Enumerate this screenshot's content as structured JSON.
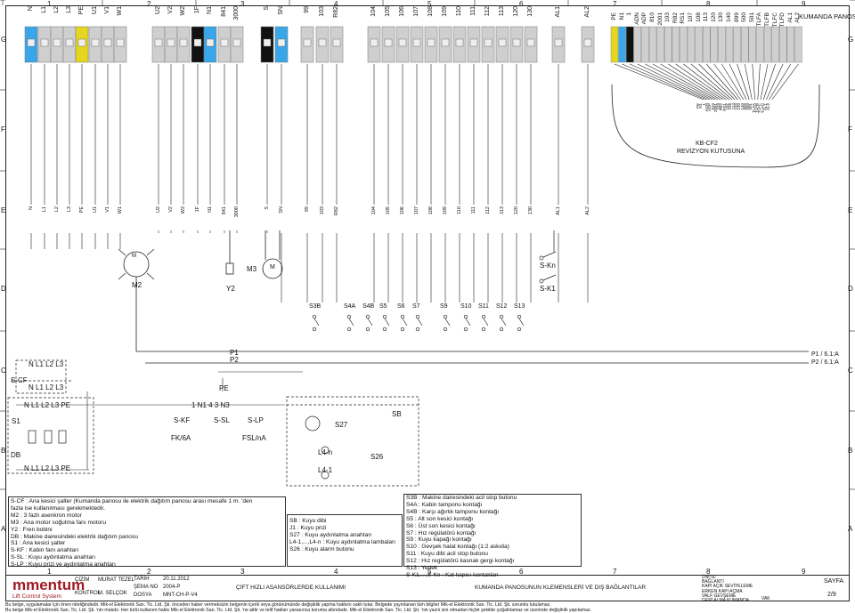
{
  "column_numbers": [
    "1",
    "2",
    "3",
    "4",
    "5",
    "6",
    "7",
    "8",
    "9"
  ],
  "row_letters": [
    "G",
    "F",
    "E",
    "D",
    "C",
    "B",
    "A"
  ],
  "top_terminals": [
    "N",
    "L1",
    "L2",
    "L3",
    "PE",
    "U1",
    "V1",
    "W1",
    "U2",
    "V2",
    "W2",
    "1F",
    "N1",
    "841",
    "3000",
    "S",
    "SN",
    "99",
    "103",
    "R82",
    "104",
    "105",
    "106",
    "107",
    "108",
    "109",
    "110",
    "111",
    "112",
    "113",
    "120",
    "130",
    "AL1",
    "AL2"
  ],
  "right_terminals": [
    "PE",
    "N1",
    "1",
    "ADN",
    "ADP",
    "810",
    "2001",
    "103",
    "R82",
    "RS1",
    "107",
    "108",
    "113",
    "120",
    "130",
    "140",
    "899",
    "500",
    "501",
    "TLFA",
    "TLFB",
    "TLFC",
    "TLFD",
    "AL1",
    "AL2"
  ],
  "kumanda_panosu": "KUMANDA PANOSU",
  "revision_box": {
    "line1": "KB-CF2",
    "line2": "REVİZYON KUTUSUNA"
  },
  "mid_terminals": [
    "N",
    "L1",
    "L2",
    "L3",
    "PE",
    "U1",
    "V1",
    "W1",
    "U2",
    "V2",
    "W2",
    "1F",
    "N1",
    "841",
    "3000",
    "S",
    "SN",
    "99",
    "103",
    "R82",
    "104",
    "105",
    "106",
    "107",
    "108",
    "109",
    "110",
    "111",
    "112",
    "113",
    "120",
    "130",
    "AL1",
    "AL2"
  ],
  "components": {
    "m2": "M2",
    "m3": "M3",
    "m": "M",
    "y2": "Y2",
    "skn": "S-Kn",
    "sk1": "S-K1",
    "switches": [
      "S3B",
      "S4A",
      "S4B",
      "S5",
      "S6",
      "S7",
      "S9",
      "S10",
      "S11",
      "S12",
      "S13"
    ],
    "p1": "P1",
    "p2": "P2",
    "pe": "PE",
    "p1_ref": "P1 / 6.1:A",
    "p2_ref": "P2 / 6.1:A",
    "scf": "S-CF",
    "s1": "S1",
    "db": "DB",
    "skf": "S-KF",
    "ssl": "S-SL",
    "slp": "S-LP",
    "fk6a": "FK/6A",
    "fsl": "FSL/nA",
    "s27": "S27",
    "s26": "S26",
    "sb": "SB",
    "l4n": "L4-n",
    "l41": "L4-1",
    "n1_row": "1  N1  4  3  N3",
    "row_top": "N  L1  L2  L3",
    "row_mid": "N  L1  L2  L3  PE",
    "row_bot": "N  L1  L2  L3  PE"
  },
  "legend_left": [
    "S-CF : Ana kesici şalter (Kumanda panosu ile elektrik dağıtım panosu arası mesafe 1 m. 'den",
    "        fazla ise kullanılması gerekmektedir.",
    "M2    : 3 fazlı asenkron motor",
    "M3    : Ana motor soğutma fanı motoru",
    "Y2     : Fren bobini",
    "DB    : Makine dairesindeki elektrik dağıtım panosu",
    "S1     : Ana kesici şalter",
    "S-KF : Kabin fanı anahtarı",
    "S-SL : Kuyu aydınlatma anahtarı",
    "S-LP : Kuyu prizi ve aydınlatma anahtarı"
  ],
  "legend_mid": [
    "SB               : Kuyu dibi",
    "J1                : Kuyu prizi",
    "S27             : Kuyu aydınlatma anahtarı",
    "L4-1,...,L4-n : Kuyu aydınlatma lambaları",
    "S26             : Kuyu alarm butonu"
  ],
  "legend_right": [
    "S3B          : Makine dairesindeki acil stop butonu",
    "S4A          : Kabin tamponu kontağı",
    "S4B          : Karşı ağırlık tamponu kontağı",
    "S5            : Alt son kesici kontağı",
    "S6            : Üst son kesici kontağı",
    "S7            : Hız regülatörü kontağı",
    "S9            : Kuyu kapağı kontağı",
    "S10          : Gevşek halat kontağı (1:2 askıda)",
    "S11          : Kuyu dibi acil stop butonu",
    "S12          : Hız regülatörü kasnak gergi kontağı",
    "S13          : Yedek",
    "S-K1,...,S-Kn : Kat kapısı kontakları"
  ],
  "title_block": {
    "logo": "mmentum",
    "logo_sub": "Lift Control System",
    "cizim": "ÇİZİM",
    "cizim_name": "MURAT TEZEL",
    "kontrol": "KONTROL",
    "kontrol_name": "M. SELÇOK",
    "tarih": "TARİH",
    "tarih_val": "20.11.2012",
    "sema_no": "ŞEMA NO",
    "sema_val": "2004-P",
    "dosya": "DOSYA",
    "dosya_val": "MNT-CH-P-V4",
    "desc1": "ÇİFT HIZLI ASANSÖRLERDE KULLANIMI",
    "desc2": "KUMANDA PANOSUNUN KLEMENSLERİ VE DIŞ BAĞLANTILAR",
    "sayfa": "SAYFA",
    "sayfa_val": "2/9",
    "notes": [
      "ÜNİTE:",
      "BAĞLANTI",
      "KAPI AÇIK SEVİYELEME",
      "ERKEN KAPI AÇMA",
      "VALF GEVŞEME",
      "GERİ ALMA KUMANDA"
    ],
    "vak": "VAK"
  },
  "footer1": "Bu belge, uygulamalar için önen niteliğindedir. Mik-el Elektronik San. Tic. Ltd. Şti. önceden haber vermeksizin belgenin içerik veya görünümünde değişiklik yapma hakkını saklı tutar. Belgede yayınlanan tüm bilgiler Mik-el Elektronik San. Tic. Ltd. Şti. sorumlu tutulamaz.",
  "footer2": "Bu belge Mik-el Elektronik San. Tic. Ltd. Şti. 'nin malıdır. Her türlü kullanım hakkı Mik-el Elektronik San. Tic. Ltd. Şti. 'ne aittir ve telif hakları yasasınca koruma altındadır. Mik-el Elektronik San. Tic. Ltd. Şti. 'nin yazılı izni olmadan hiçbir şekilde çoğaltılamaz ve üzerinde değişiklik yapılamaz."
}
